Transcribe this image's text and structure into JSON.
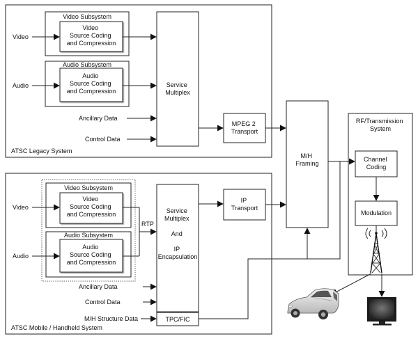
{
  "legacy": {
    "system_label": "ATSC Legacy System",
    "video_subsystem_title": "Video Subsystem",
    "video_coding": [
      "Video",
      "Source Coding",
      "and Compression"
    ],
    "audio_subsystem_title": "Audio Subsystem",
    "audio_coding": [
      "Audio",
      "Source Coding",
      "and Compression"
    ],
    "input_video": "Video",
    "input_audio": "Audio",
    "input_ancillary": "Ancillary Data",
    "input_control": "Control Data",
    "service_multiplex": [
      "Service",
      "Multiplex"
    ],
    "mpeg_transport": [
      "MPEG 2",
      "Transport"
    ]
  },
  "mh_framing": [
    "M/H",
    "Framing"
  ],
  "rf": {
    "title": [
      "RF/Transmission",
      "System"
    ],
    "channel_coding": [
      "Channel",
      "Coding"
    ],
    "modulation": "Modulation"
  },
  "mobile": {
    "system_label": "ATSC Mobile / Handheld  System",
    "video_subsystem_title": "Video Subsystem",
    "video_coding": [
      "Video",
      "Source Coding",
      "and Compression"
    ],
    "audio_subsystem_title": "Audio Subsystem",
    "audio_coding": [
      "Audio",
      "Source Coding",
      "and Compression"
    ],
    "input_video": "Video",
    "input_audio": "Audio",
    "input_ancillary": "Ancillary Data",
    "input_control": "Control Data",
    "input_mh_structure": "M/H Structure Data",
    "rtp": "RTP",
    "service_multiplex": [
      "Service",
      "Multiplex",
      "",
      "And",
      "",
      "IP",
      "Encapsulation"
    ],
    "ip_transport": [
      "IP",
      "Transport"
    ],
    "tpc_fic": "TPC/FIC"
  },
  "icons": {
    "tower": "transmission-tower-icon",
    "car": "car-icon",
    "tv": "television-icon"
  }
}
